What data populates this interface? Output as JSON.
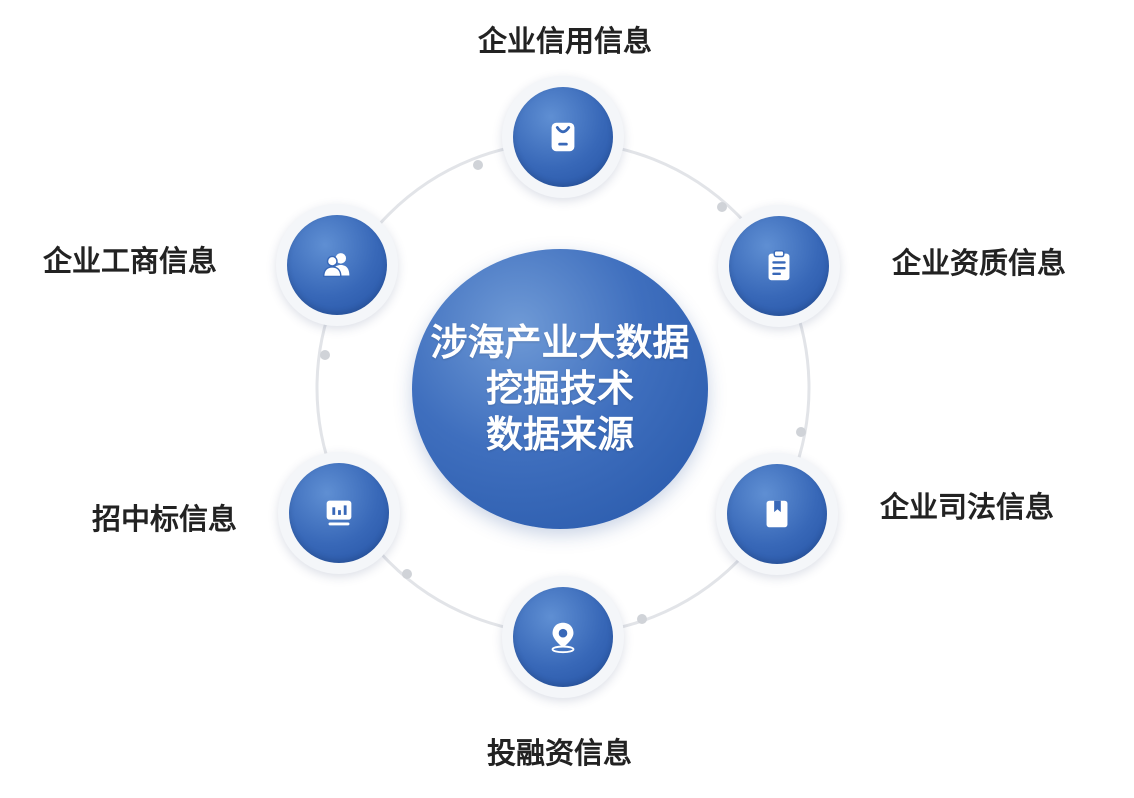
{
  "center": {
    "lines": [
      "涉海产业大数据",
      "挖掘技术",
      "数据来源"
    ]
  },
  "nodes": [
    {
      "label": "企业信用信息",
      "icon": "phone-card-icon"
    },
    {
      "label": "企业资质信息",
      "icon": "clipboard-icon"
    },
    {
      "label": "企业司法信息",
      "icon": "book-icon"
    },
    {
      "label": "投融资信息",
      "icon": "location-pin-icon"
    },
    {
      "label": "招中标信息",
      "icon": "monitor-chart-icon"
    },
    {
      "label": "企业工商信息",
      "icon": "users-icon"
    }
  ],
  "colors": {
    "primary_blue": "#2f5fb0",
    "ring_gray": "#e2e4e8",
    "label_text": "#222222"
  }
}
